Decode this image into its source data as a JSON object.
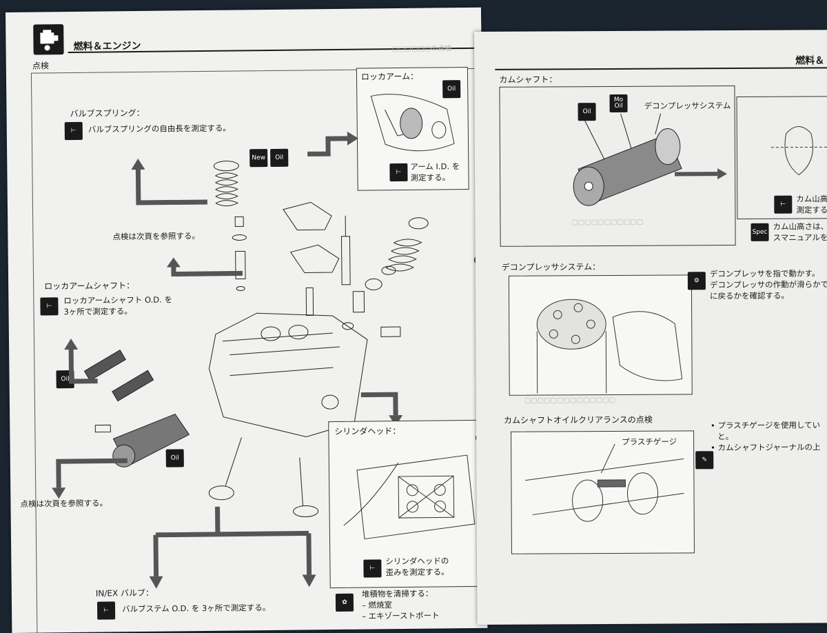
{
  "left": {
    "header_title": "燃料＆エンジン",
    "sub_title": "点検",
    "rocker_arm": {
      "title": "ロッカアーム：",
      "oil_icon": "Oil",
      "text": [
        "アーム I.D. を",
        "測定する。"
      ]
    },
    "valve_spring": {
      "title": "バルブスプリング：",
      "text": "バルブスプリングの自由長を測定する。"
    },
    "new_oil": {
      "new": "New",
      "oil": "Oil"
    },
    "see_next_1": "点検は次頁を参照する。",
    "rocker_shaft": {
      "title": "ロッカアームシャフト：",
      "text": [
        "ロッカアームシャフト O.D. を",
        "3ヶ所で測定する。"
      ]
    },
    "oil_icon_left": "Oil",
    "oil_icon_valve": "Oil",
    "see_next_2": "点検は次頁を参照する。",
    "cylinder_head": {
      "title": "シリンダヘッド：",
      "text": [
        "シリンダヘッドの",
        "歪みを測定する。"
      ]
    },
    "valve": {
      "title": "IN/EX バルブ：",
      "text": "バルブステム O.D. を 3ヶ所で測定する。"
    },
    "deposits": {
      "title": "堆積物を清掃する：",
      "items": [
        "–  燃焼室",
        "–  エキゾーストポート"
      ]
    }
  },
  "right": {
    "header_title": "燃料＆",
    "camshaft": {
      "title": "カムシャフト：",
      "oil": "Oil",
      "mo_oil": "Mo Oil",
      "decomp_label": "デコンプレッサシステム"
    },
    "cam_lobe": {
      "text": [
        "カム山高さ",
        "測定する。"
      ]
    },
    "spec": {
      "icon": "Spec",
      "text": [
        "カム山高さは、",
        "スマニュアルを参"
      ]
    },
    "decomp": {
      "title": "デコンプレッサシステム：",
      "text": [
        "デコンプレッサを指で動かす。",
        "デコンプレッサの作動が滑らかで",
        "に戻るかを確認する。"
      ]
    },
    "clearance": {
      "title": "カムシャフトオイルクリアランスの点検",
      "gauge_label": "プラスチゲージ"
    },
    "notes": [
      "• プラスチゲージを使用してい",
      "と。",
      "• カムシャフトジャーナルの上"
    ]
  }
}
